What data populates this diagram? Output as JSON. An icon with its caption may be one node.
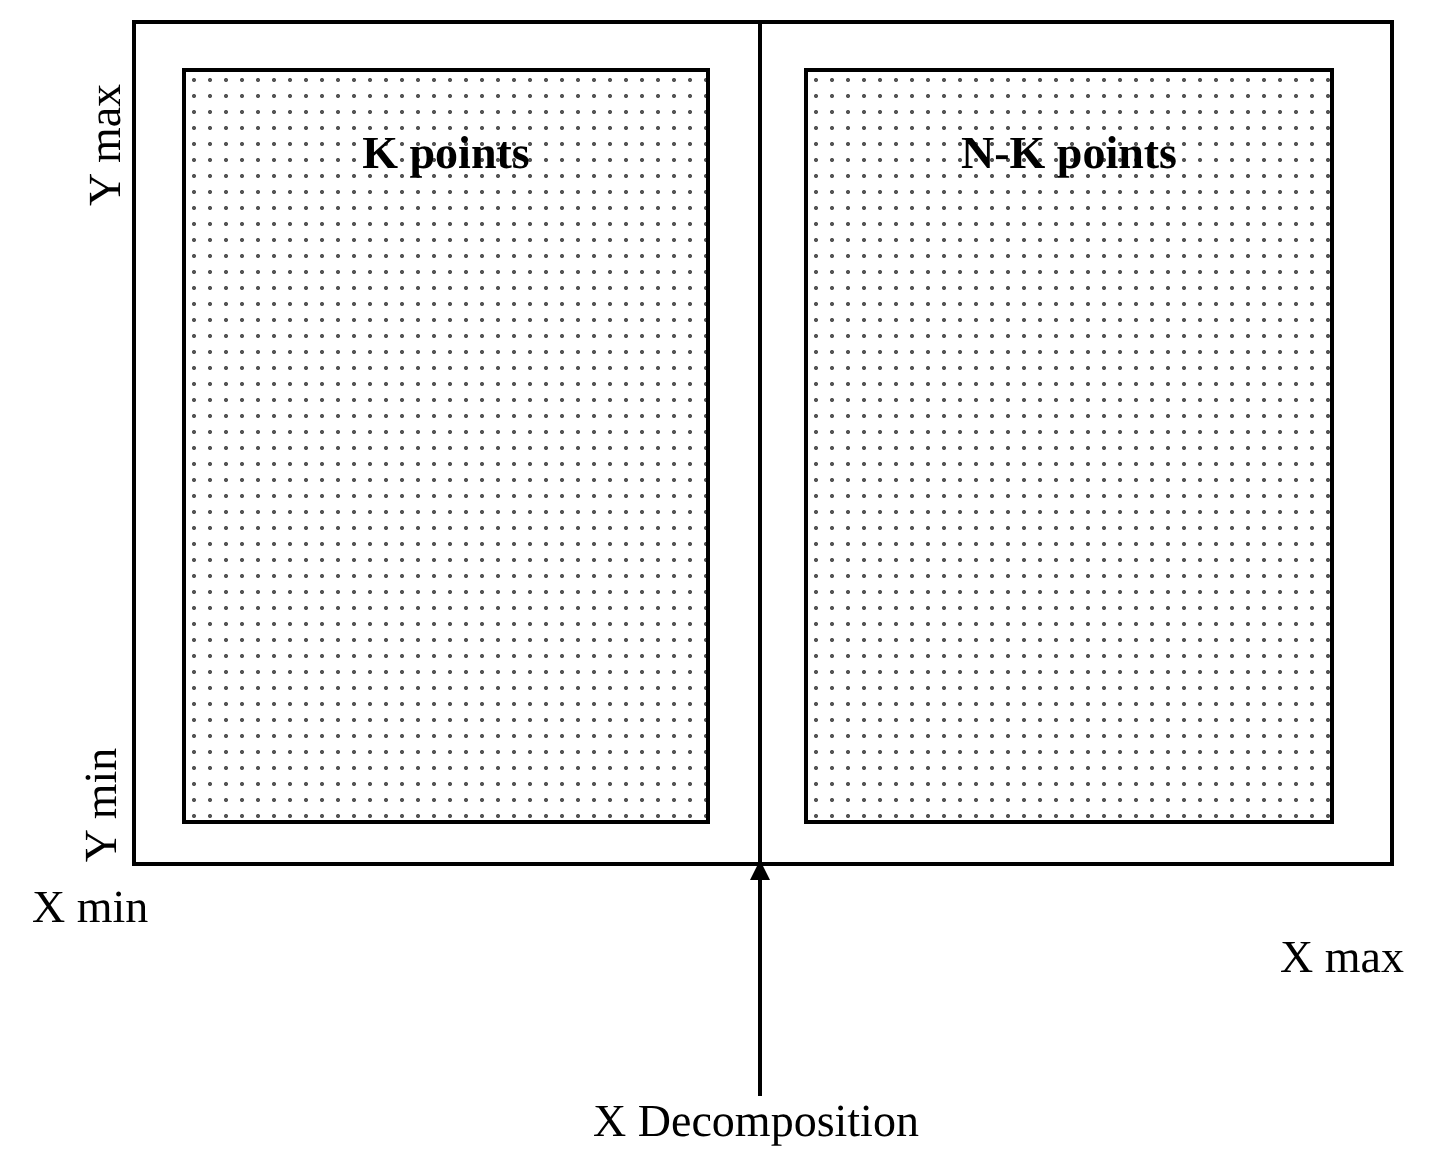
{
  "diagram": {
    "nodes": [
      {
        "text": [],
        "shape": "box"
      },
      {
        "text": [
          "K points"
        ],
        "in": 0
      },
      {
        "text": [
          "N-K points"
        ],
        "in": 0
      },
      {
        "text": [],
        "shape": "line",
        "in": 0
      },
      {
        "text": [
          "X Decomposition"
        ]
      }
    ],
    "edges": [
      {
        "from": 4,
        "to": 3,
        "arrow": "to"
      }
    ],
    "labels": [
      "Y max",
      "Y min",
      "X min",
      "X max"
    ]
  }
}
